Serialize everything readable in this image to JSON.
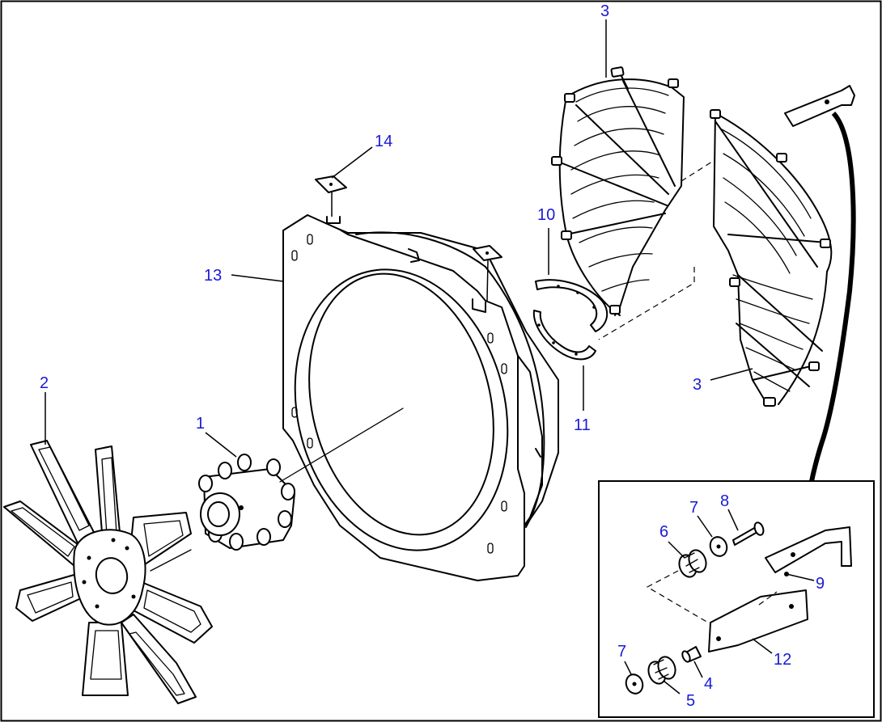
{
  "diagram": {
    "border_color": "#000000",
    "callout_color": "#1a1ad6",
    "parts": [
      {
        "id": "fan-spacer",
        "callout": "1",
        "icon": "spacer-icon"
      },
      {
        "id": "fan",
        "callout": "2",
        "icon": "fan-icon"
      },
      {
        "id": "fan-guard-upper",
        "callout": "3",
        "icon": "guard-icon"
      },
      {
        "id": "fan-guard-lower",
        "callout": "3",
        "icon": "guard-icon"
      },
      {
        "id": "spacer-pin",
        "callout": "4",
        "icon": "pin-icon"
      },
      {
        "id": "grommet-lower",
        "callout": "5",
        "icon": "grommet-icon"
      },
      {
        "id": "grommet-upper",
        "callout": "6",
        "icon": "grommet-icon"
      },
      {
        "id": "washer-upper",
        "callout": "7",
        "icon": "washer-icon"
      },
      {
        "id": "washer-lower",
        "callout": "7",
        "icon": "washer-icon"
      },
      {
        "id": "bolt",
        "callout": "8",
        "icon": "bolt-icon"
      },
      {
        "id": "bracket-upper",
        "callout": "9",
        "icon": "bracket-icon"
      },
      {
        "id": "ring-half-upper",
        "callout": "10",
        "icon": "ring-icon"
      },
      {
        "id": "ring-half-lower",
        "callout": "11",
        "icon": "ring-icon"
      },
      {
        "id": "bracket-lower",
        "callout": "12",
        "icon": "bracket-icon"
      },
      {
        "id": "shroud",
        "callout": "13",
        "icon": "shroud-icon"
      },
      {
        "id": "plate",
        "callout": "14",
        "icon": "plate-icon"
      }
    ]
  }
}
